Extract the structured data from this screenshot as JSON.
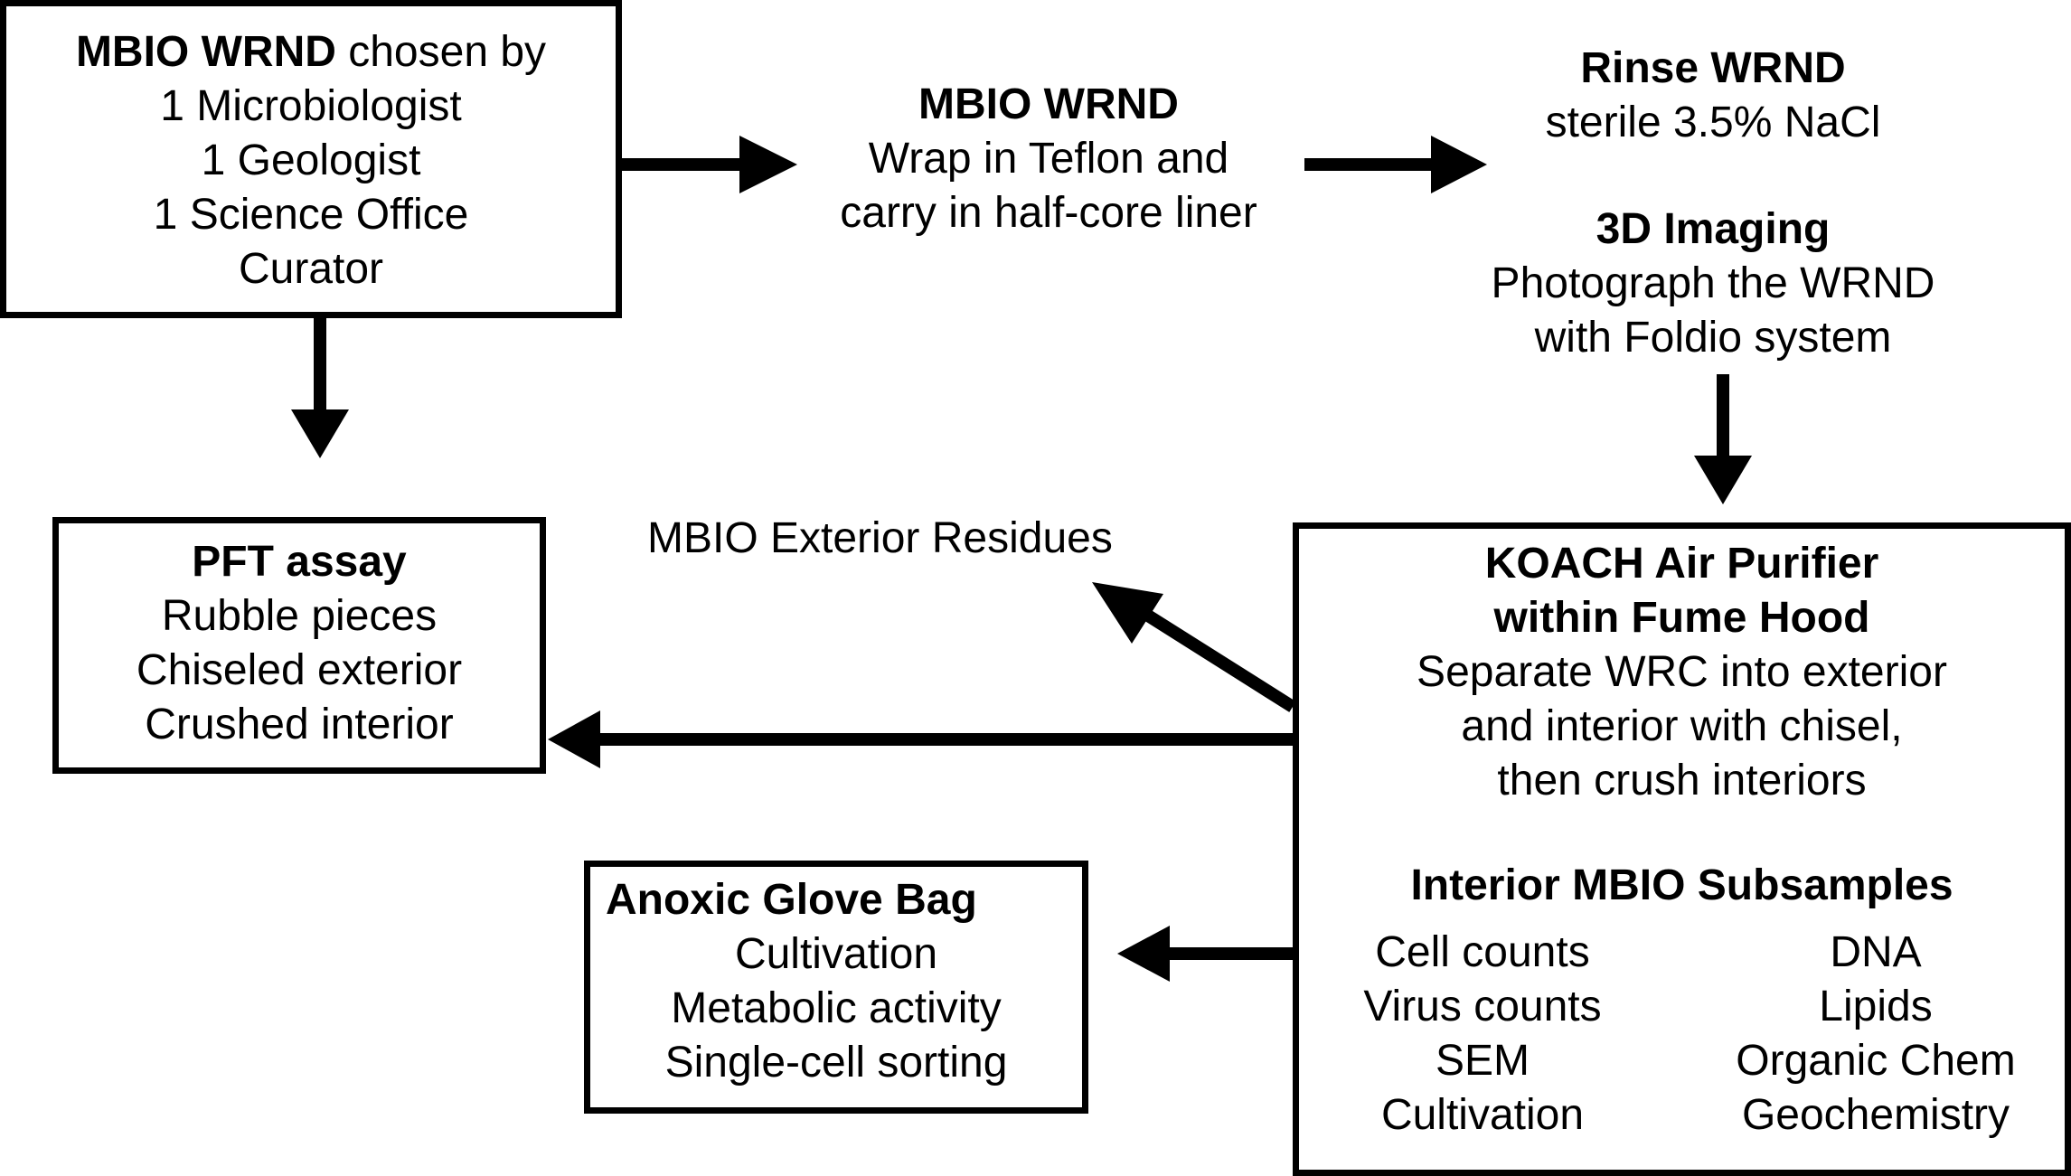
{
  "box_selection": {
    "title_bold": "MBIO WRND",
    "title_rest": " chosen by",
    "lines": [
      "1 Microbiologist",
      "1 Geologist",
      "1 Science Office",
      "Curator"
    ]
  },
  "step_wrap": {
    "title": "MBIO WRND",
    "lines": [
      "Wrap in Teflon and",
      "carry in half-core liner"
    ]
  },
  "step_rinse": {
    "title": "Rinse WRND",
    "line": "sterile 3.5% NaCl"
  },
  "step_imaging": {
    "title": "3D Imaging",
    "lines": [
      "Photograph the WRND",
      "with Foldio system"
    ]
  },
  "box_pft": {
    "title": "PFT assay",
    "lines": [
      "Rubble pieces",
      "Chiseled exterior",
      "Crushed interior"
    ]
  },
  "exterior_residues": "MBIO Exterior Residues",
  "box_koach": {
    "title_lines": [
      "KOACH Air Purifier",
      "within Fume Hood"
    ],
    "lines": [
      "Separate WRC into exterior",
      "and interior with chisel,",
      "then crush interiors"
    ],
    "subsamples_title": "Interior MBIO Subsamples",
    "subsamples_left": [
      "Cell counts",
      "Virus counts",
      "SEM",
      "Cultivation"
    ],
    "subsamples_right": [
      "DNA",
      "Lipids",
      "Organic Chem",
      "Geochemistry"
    ]
  },
  "box_anoxic": {
    "title": "Anoxic Glove Bag",
    "lines": [
      "Cultivation",
      "Metabolic activity",
      "Single-cell sorting"
    ]
  }
}
